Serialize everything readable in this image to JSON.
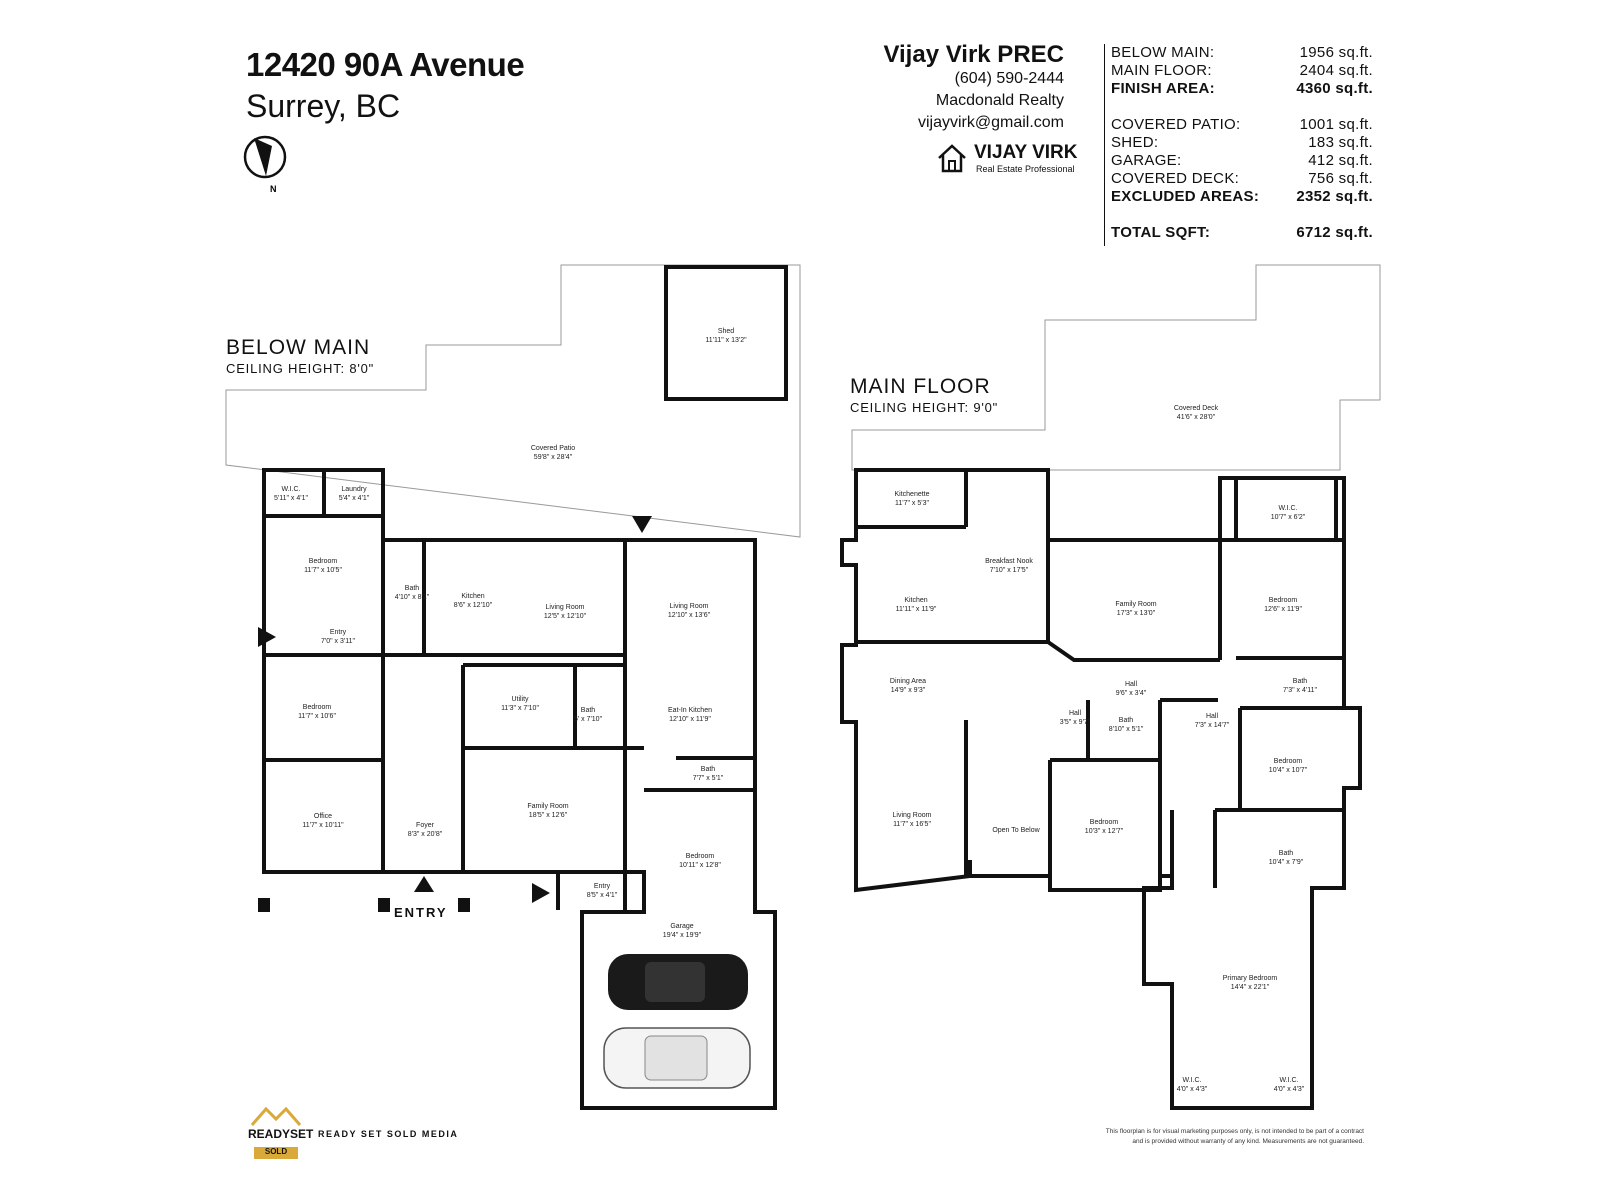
{
  "header": {
    "address_line1": "12420 90A Avenue",
    "address_line2": "Surrey, BC",
    "compass_letter": "N"
  },
  "agent": {
    "name": "Vijay Virk PREC",
    "phone": "(604) 590-2444",
    "brokerage": "Macdonald Realty",
    "email": "vijayvirk@gmail.com",
    "logo_brand": "VIJAY VIRK",
    "logo_tagline": "Real Estate Professional",
    "logo_icon": "house-icon"
  },
  "stats": [
    {
      "label": "BELOW MAIN:",
      "value": "1956 sq.ft.",
      "bold": false
    },
    {
      "label": "MAIN FLOOR:",
      "value": "2404 sq.ft.",
      "bold": false
    },
    {
      "label": "FINISH AREA:",
      "value": "4360 sq.ft.",
      "bold": true
    },
    {
      "label": "COVERED PATIO:",
      "value": "1001 sq.ft.",
      "bold": false
    },
    {
      "label": "SHED:",
      "value": "183 sq.ft.",
      "bold": false
    },
    {
      "label": "GARAGE:",
      "value": "412 sq.ft.",
      "bold": false
    },
    {
      "label": "COVERED DECK:",
      "value": "756 sq.ft.",
      "bold": false
    },
    {
      "label": "EXCLUDED AREAS:",
      "value": "2352 sq.ft.",
      "bold": true
    },
    {
      "label": "TOTAL SQFT:",
      "value": "6712 sq.ft.",
      "bold": true
    }
  ],
  "floors": {
    "below": {
      "title": "BELOW MAIN",
      "ceiling": "CEILING HEIGHT: 8'0\""
    },
    "main": {
      "title": "MAIN FLOOR",
      "ceiling": "CEILING HEIGHT: 9'0\""
    }
  },
  "rooms_below": [
    {
      "name": "Shed",
      "dim": "11'11\" x 13'2\""
    },
    {
      "name": "Covered Patio",
      "dim": "59'8\" x 28'4\""
    },
    {
      "name": "W.I.C.",
      "dim": "5'11\" x 4'1\""
    },
    {
      "name": "Laundry",
      "dim": "5'4\" x 4'1\""
    },
    {
      "name": "Bedroom",
      "dim": "11'7\" x 10'5\""
    },
    {
      "name": "Bath",
      "dim": "4'10\" x 8'1\""
    },
    {
      "name": "Kitchen",
      "dim": "8'6\" x 12'10\""
    },
    {
      "name": "Living Room",
      "dim": "12'5\" x 12'10\""
    },
    {
      "name": "Living Room",
      "dim": "12'10\" x 13'6\""
    },
    {
      "name": "Entry",
      "dim": "7'0\" x 3'11\""
    },
    {
      "name": "Bedroom",
      "dim": "11'7\" x 10'6\""
    },
    {
      "name": "Utility",
      "dim": "11'3\" x 7'10\""
    },
    {
      "name": "Bath",
      "dim": "5' x 7'10\""
    },
    {
      "name": "Eat-In Kitchen",
      "dim": "12'10\" x 11'9\""
    },
    {
      "name": "Bath",
      "dim": "7'7\" x 5'1\""
    },
    {
      "name": "Office",
      "dim": "11'7\" x 10'11\""
    },
    {
      "name": "Foyer",
      "dim": "8'3\" x 20'8\""
    },
    {
      "name": "Family Room",
      "dim": "18'5\" x 12'6\""
    },
    {
      "name": "Bedroom",
      "dim": "10'11\" x 12'8\""
    },
    {
      "name": "Entry",
      "dim": "8'5\" x 4'1\""
    },
    {
      "name": "Garage",
      "dim": "19'4\" x 19'9\""
    }
  ],
  "rooms_main": [
    {
      "name": "Covered Deck",
      "dim": "41'6\" x 28'0\""
    },
    {
      "name": "Kitchenette",
      "dim": "11'7\" x 5'3\""
    },
    {
      "name": "Breakfast Nook",
      "dim": "7'10\" x 17'5\""
    },
    {
      "name": "Kitchen",
      "dim": "11'11\" x 11'9\""
    },
    {
      "name": "Family Room",
      "dim": "17'3\" x 13'0\""
    },
    {
      "name": "W.I.C.",
      "dim": "10'7\" x 6'2\""
    },
    {
      "name": "Bedroom",
      "dim": "12'6\" x 11'9\""
    },
    {
      "name": "Dining Area",
      "dim": "14'9\" x 9'3\""
    },
    {
      "name": "Hall",
      "dim": "9'6\" x 3'4\""
    },
    {
      "name": "Hall",
      "dim": "3'5\" x 9'7\""
    },
    {
      "name": "Bath",
      "dim": "8'10\" x 5'1\""
    },
    {
      "name": "Hall",
      "dim": "7'3\" x 14'7\""
    },
    {
      "name": "Bath",
      "dim": "7'3\" x 4'11\""
    },
    {
      "name": "Bedroom",
      "dim": "10'4\" x 10'7\""
    },
    {
      "name": "Living Room",
      "dim": "11'7\" x 16'5\""
    },
    {
      "name": "Open To Below",
      "dim": ""
    },
    {
      "name": "Bedroom",
      "dim": "10'3\" x 12'7\""
    },
    {
      "name": "Bath",
      "dim": "10'4\" x 7'9\""
    },
    {
      "name": "Primary Bedroom",
      "dim": "14'4\" x 22'1\""
    },
    {
      "name": "W.I.C.",
      "dim": "4'0\" x 4'3\""
    },
    {
      "name": "W.I.C.",
      "dim": "4'0\" x 4'3\""
    }
  ],
  "entry_label": "ENTRY",
  "footer": {
    "disclaimer": "This floorplan is for visual marketing purposes only, is not intended to be part of a contract and is provided without warranty of any kind. Measurements are not guaranteed.",
    "media_logo_text": "READYSET",
    "media_logo_sub": "SOLD",
    "media_name": "READY SET SOLD MEDIA"
  }
}
